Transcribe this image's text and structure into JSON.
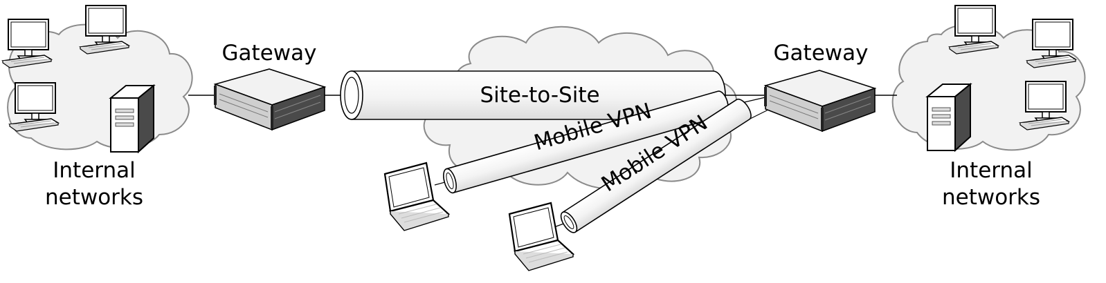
{
  "labels": {
    "gateway_left": "Gateway",
    "gateway_right": "Gateway",
    "internal_left_line1": "Internal",
    "internal_left_line2": "networks",
    "internal_right_line1": "Internal",
    "internal_right_line2": "networks",
    "tunnel_site": "Site-to-Site",
    "tunnel_mobile_1": "Mobile VPN",
    "tunnel_mobile_2": "Mobile VPN"
  },
  "colors": {
    "cloud_fill": "#f2f2f2",
    "cloud_stroke": "#8a8a8a",
    "line": "#000000",
    "tube_fill": "#f7f7f7",
    "gateway_top": "#f0f0f0",
    "gateway_front": "#4a4a4a",
    "gateway_side": "#cfcfcf"
  }
}
